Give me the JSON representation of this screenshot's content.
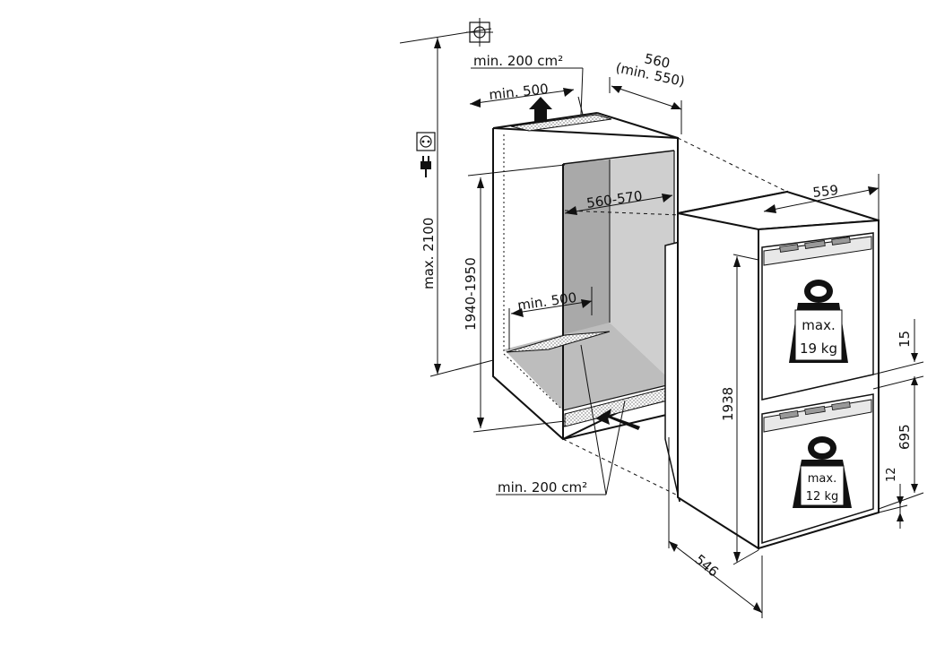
{
  "dimensions": {
    "vent_top_area": "min. 200 cm²",
    "vent_top_depth": "min. 500",
    "niche_depth": "560",
    "niche_depth_min": "(min. 550)",
    "niche_width": "560-570",
    "max_height": "max. 2100",
    "niche_height": "1940-1950",
    "vent_bottom_depth": "min. 500",
    "vent_bottom_area": "min. 200 cm²",
    "appliance_width": "559",
    "appliance_height": "1938",
    "appliance_depth": "546",
    "door_gap": "15",
    "lower_door_height": "695",
    "plinth_offset": "12"
  },
  "weights": {
    "upper_line1": "max.",
    "upper_line2": "19 kg",
    "lower_line1": "max.",
    "lower_line2": "12 kg"
  },
  "icons": [
    "center-mark-icon",
    "power-socket-icon",
    "power-plug-icon",
    "weight-icon"
  ],
  "colors": {
    "line": "#111111",
    "niche_back": "#cfcfcf",
    "niche_side": "#a9a9a9",
    "niche_floor": "#bdbdbd"
  }
}
